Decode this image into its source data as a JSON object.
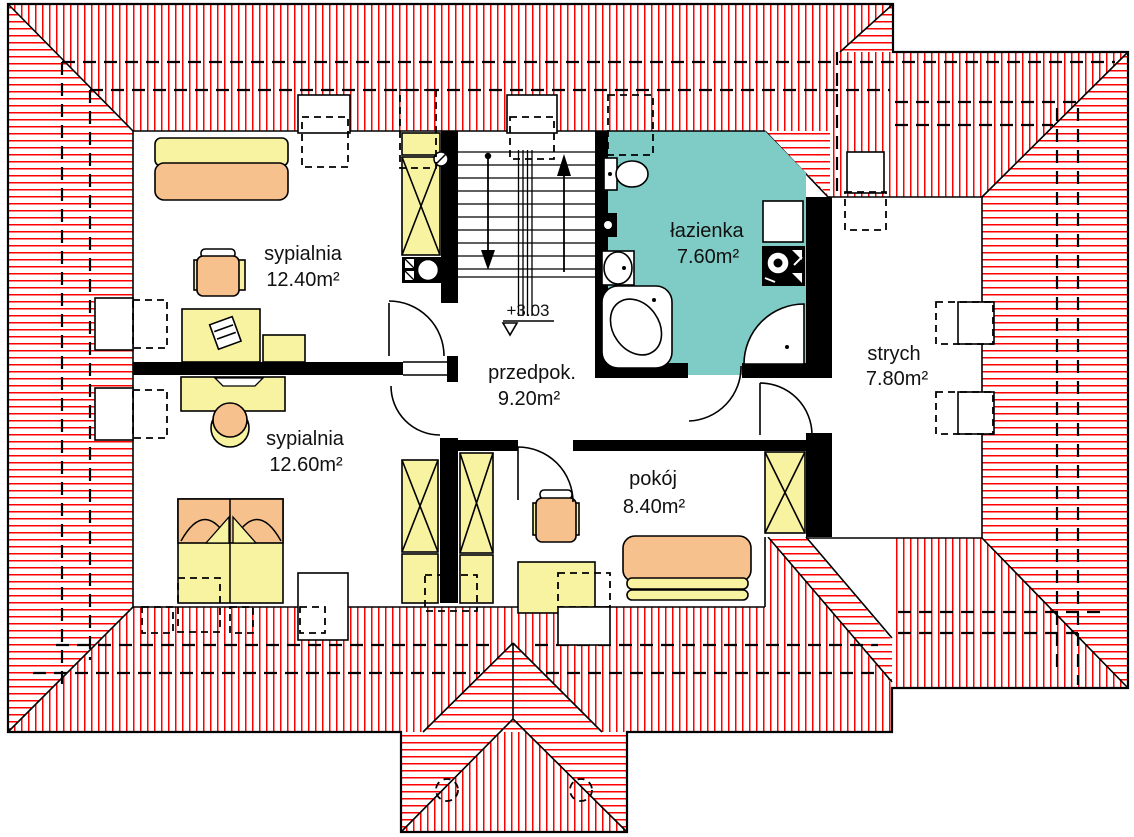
{
  "plan": {
    "type": "attic-floor-plan",
    "level_marker": "+3.03"
  },
  "rooms": {
    "sypialnia1": {
      "name": "sypialnia",
      "area": "12.40m²"
    },
    "sypialnia2": {
      "name": "sypialnia",
      "area": "12.60m²"
    },
    "przedpok": {
      "name": "przedpok.",
      "area": "9.20m²"
    },
    "lazienka": {
      "name": "łazienka",
      "area": "7.60m²"
    },
    "strych": {
      "name": "strych",
      "area": "7.80m²"
    },
    "pokoj": {
      "name": "pokój",
      "area": "8.40m²"
    }
  },
  "colors": {
    "roof_hatch": "#ff0000",
    "bathroom": "#7fcbc5",
    "furniture_yellow": "#f8f3a1",
    "furniture_orange": "#f6c18c",
    "wall": "#000000"
  }
}
